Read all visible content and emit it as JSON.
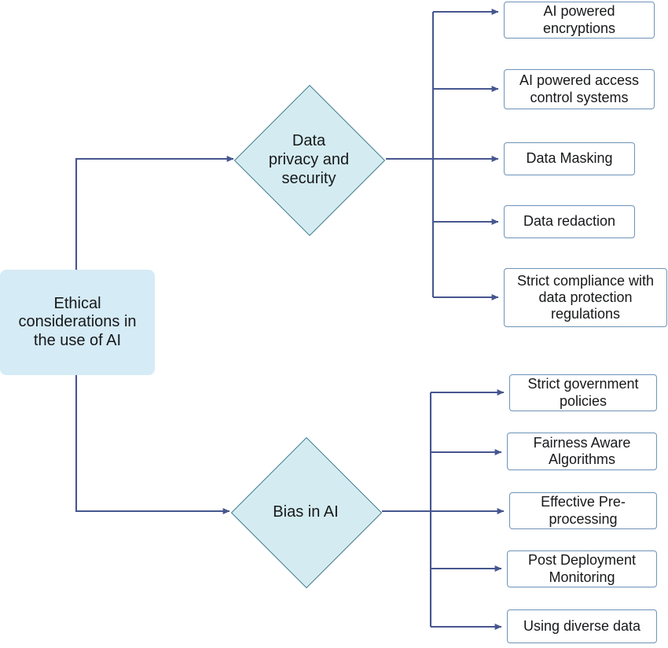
{
  "diagram": {
    "title": "Ethical considerations in the use of AI",
    "type": "flowchart",
    "colors": {
      "root_fill": "#d5ebf5",
      "decision_fill": "#d4ecf1",
      "decision_stroke": "#41798c",
      "leaf_fill": "#ffffff",
      "leaf_stroke": "#6e93b8",
      "connector": "#46568f",
      "text": "#17181a",
      "background": "#ffffff"
    }
  },
  "root": {
    "label": "Ethical\nconsiderations in\nthe use of AI"
  },
  "branches": [
    {
      "decision_label": "Data\nprivacy and\nsecurity",
      "leaves": [
        {
          "label": "AI powered\nencryptions"
        },
        {
          "label": "AI powered access\ncontrol systems"
        },
        {
          "label": "Data Masking"
        },
        {
          "label": "Data redaction"
        },
        {
          "label": "Strict compliance with\ndata protection\nregulations"
        }
      ]
    },
    {
      "decision_label": "Bias in AI",
      "leaves": [
        {
          "label": "Strict government\npolicies"
        },
        {
          "label": "Fairness Aware\nAlgorithms"
        },
        {
          "label": "Effective Pre-\nprocessing"
        },
        {
          "label": "Post Deployment\nMonitoring"
        },
        {
          "label": "Using diverse data"
        }
      ]
    }
  ]
}
